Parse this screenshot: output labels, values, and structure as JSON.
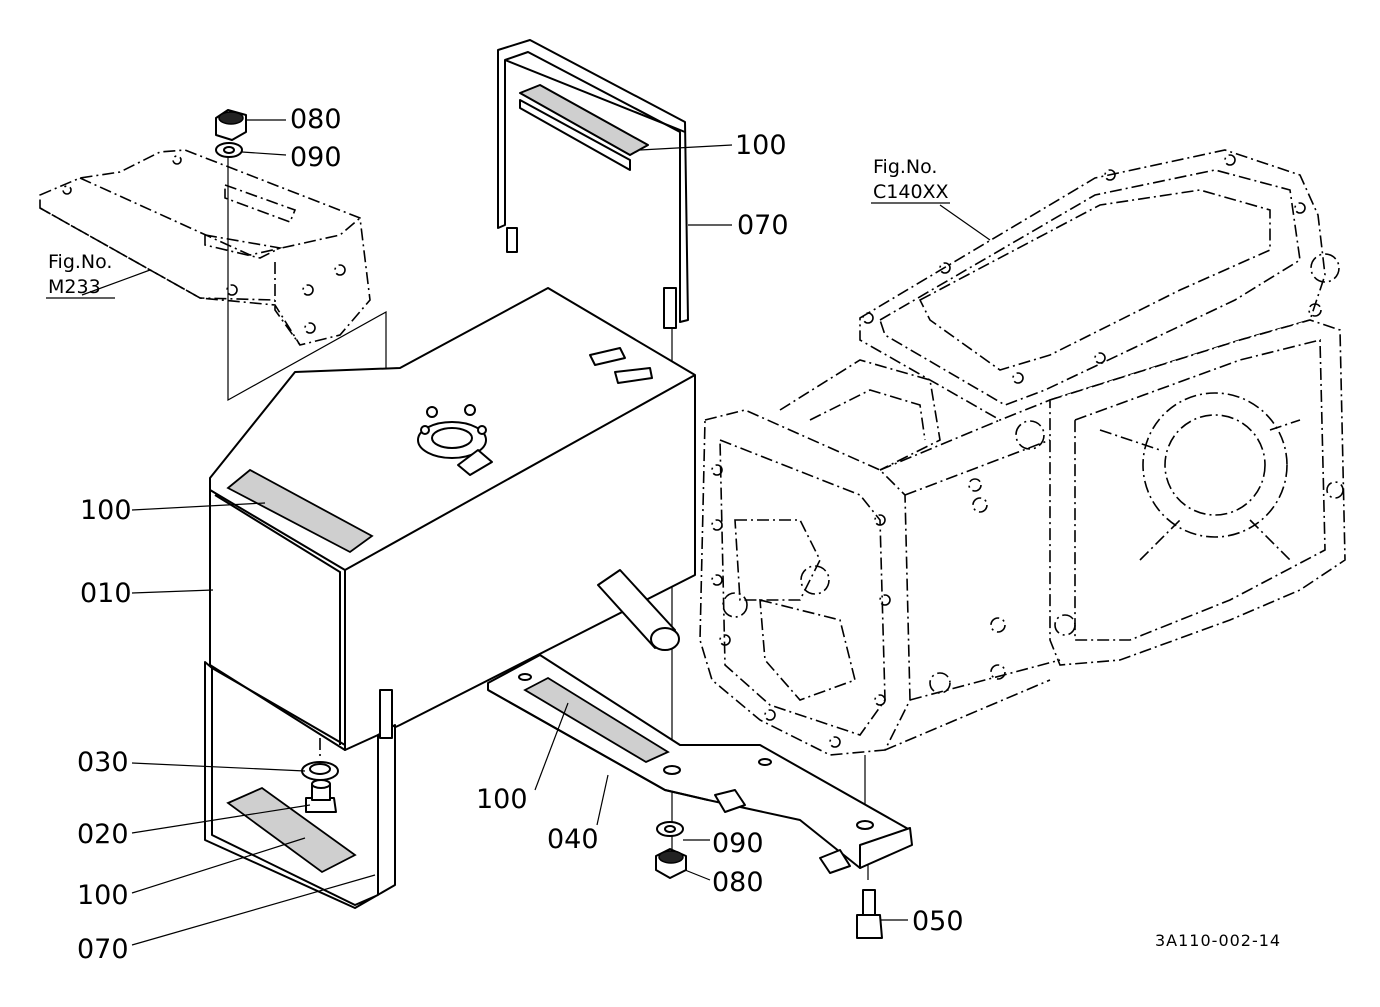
{
  "callouts": {
    "nut_top": "080",
    "washer_top": "090",
    "pad_upper_strap": "100",
    "strap_upper": "070",
    "pad_tank_top": "100",
    "tank": "010",
    "gasket": "030",
    "drain_plug": "020",
    "pad_lower_strap": "100",
    "strap_lower": "070",
    "pad_bracket": "100",
    "bracket": "040",
    "washer_bottom": "090",
    "nut_bottom": "080",
    "bolt": "050"
  },
  "references": {
    "left_fig_label": "Fig.No.",
    "left_fig_number": "M233",
    "right_fig_label": "Fig.No.",
    "right_fig_number": "C140XX"
  },
  "drawing_code": "3A110-002-14"
}
